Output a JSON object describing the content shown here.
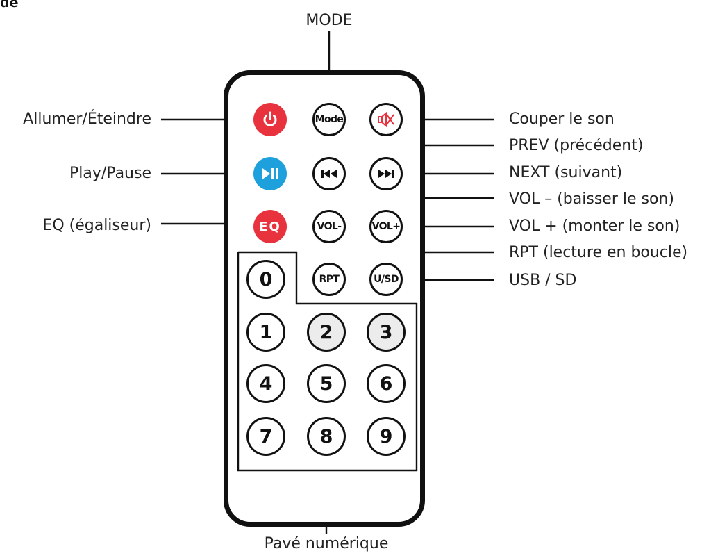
{
  "corner_text": "de",
  "labels": {
    "mode": "MODE",
    "power": "Allumer/Éteindre",
    "play_pause": "Play/Pause",
    "eq": "EQ (égaliseur)",
    "mute": "Couper le son",
    "prev": "PREV (précédent)",
    "next": "NEXT (suivant)",
    "vol_down": "VOL – (baisser le son)",
    "vol_up": "VOL + (monter le son)",
    "rpt": "RPT (lecture en boucle)",
    "usb_sd": "USB / SD",
    "numpad": "Pavé numérique"
  },
  "buttons": {
    "mode": "Mode",
    "eq": "EQ",
    "vol_down": "VOL-",
    "vol_up": "VOL+",
    "rpt": "RPT",
    "usb_sd": "U/SD",
    "digits": [
      "0",
      "1",
      "2",
      "3",
      "4",
      "5",
      "6",
      "7",
      "8",
      "9"
    ]
  },
  "icons": {
    "power": "power-icon",
    "play_pause": "play-pause-icon",
    "mute": "speaker-muted-icon",
    "prev": "skip-previous-icon",
    "next": "skip-next-icon"
  },
  "colors": {
    "red_button": "#e8323e",
    "blue_button": "#1ea0dc",
    "outline": "#111111",
    "highlight_digit": "#ececec"
  }
}
